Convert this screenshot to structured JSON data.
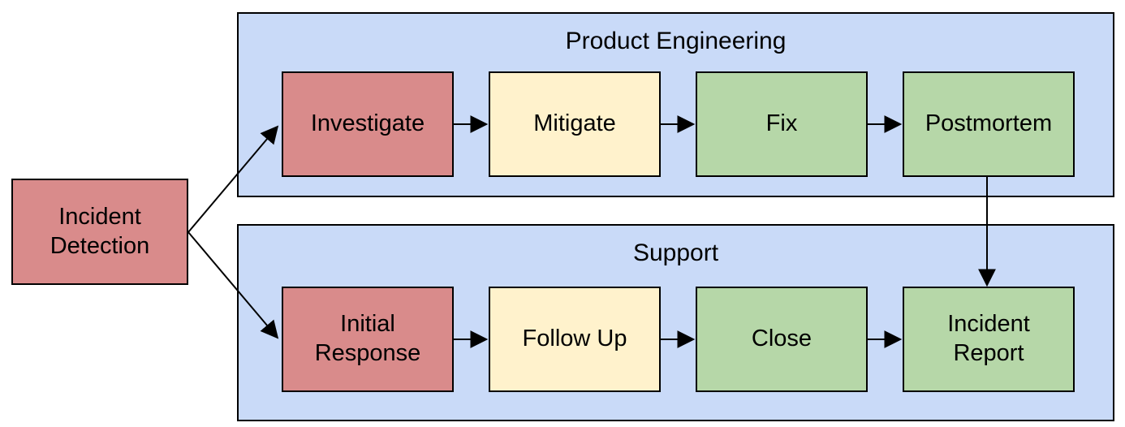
{
  "diagram": {
    "type": "flowchart",
    "background": "#ffffff",
    "colors": {
      "lane_fill": "#c9daf8",
      "start_fill": "#d98b8b",
      "red_fill": "#d98b8b",
      "yellow_fill": "#fff2cc",
      "green_fill": "#b6d7a8",
      "border": "#000000",
      "text": "#000000",
      "arrow": "#000000"
    },
    "start_node": {
      "label": "Incident Detection",
      "fill": "#d98b8b"
    },
    "lanes": [
      {
        "title": "Product Engineering",
        "steps": [
          {
            "label": "Investigate",
            "fill": "#d98b8b"
          },
          {
            "label": "Mitigate",
            "fill": "#fff2cc"
          },
          {
            "label": "Fix",
            "fill": "#b6d7a8"
          },
          {
            "label": "Postmortem",
            "fill": "#b6d7a8"
          }
        ]
      },
      {
        "title": "Support",
        "steps": [
          {
            "label": "Initial Response",
            "fill": "#d98b8b"
          },
          {
            "label": "Follow Up",
            "fill": "#fff2cc"
          },
          {
            "label": "Close",
            "fill": "#b6d7a8"
          },
          {
            "label": "Incident Report",
            "fill": "#b6d7a8"
          }
        ]
      }
    ],
    "edges": [
      {
        "from": "Incident Detection",
        "to": "Investigate"
      },
      {
        "from": "Incident Detection",
        "to": "Initial Response"
      },
      {
        "from": "Investigate",
        "to": "Mitigate"
      },
      {
        "from": "Mitigate",
        "to": "Fix"
      },
      {
        "from": "Fix",
        "to": "Postmortem"
      },
      {
        "from": "Postmortem",
        "to": "Incident Report"
      },
      {
        "from": "Initial Response",
        "to": "Follow Up"
      },
      {
        "from": "Follow Up",
        "to": "Close"
      },
      {
        "from": "Close",
        "to": "Incident Report"
      }
    ]
  }
}
